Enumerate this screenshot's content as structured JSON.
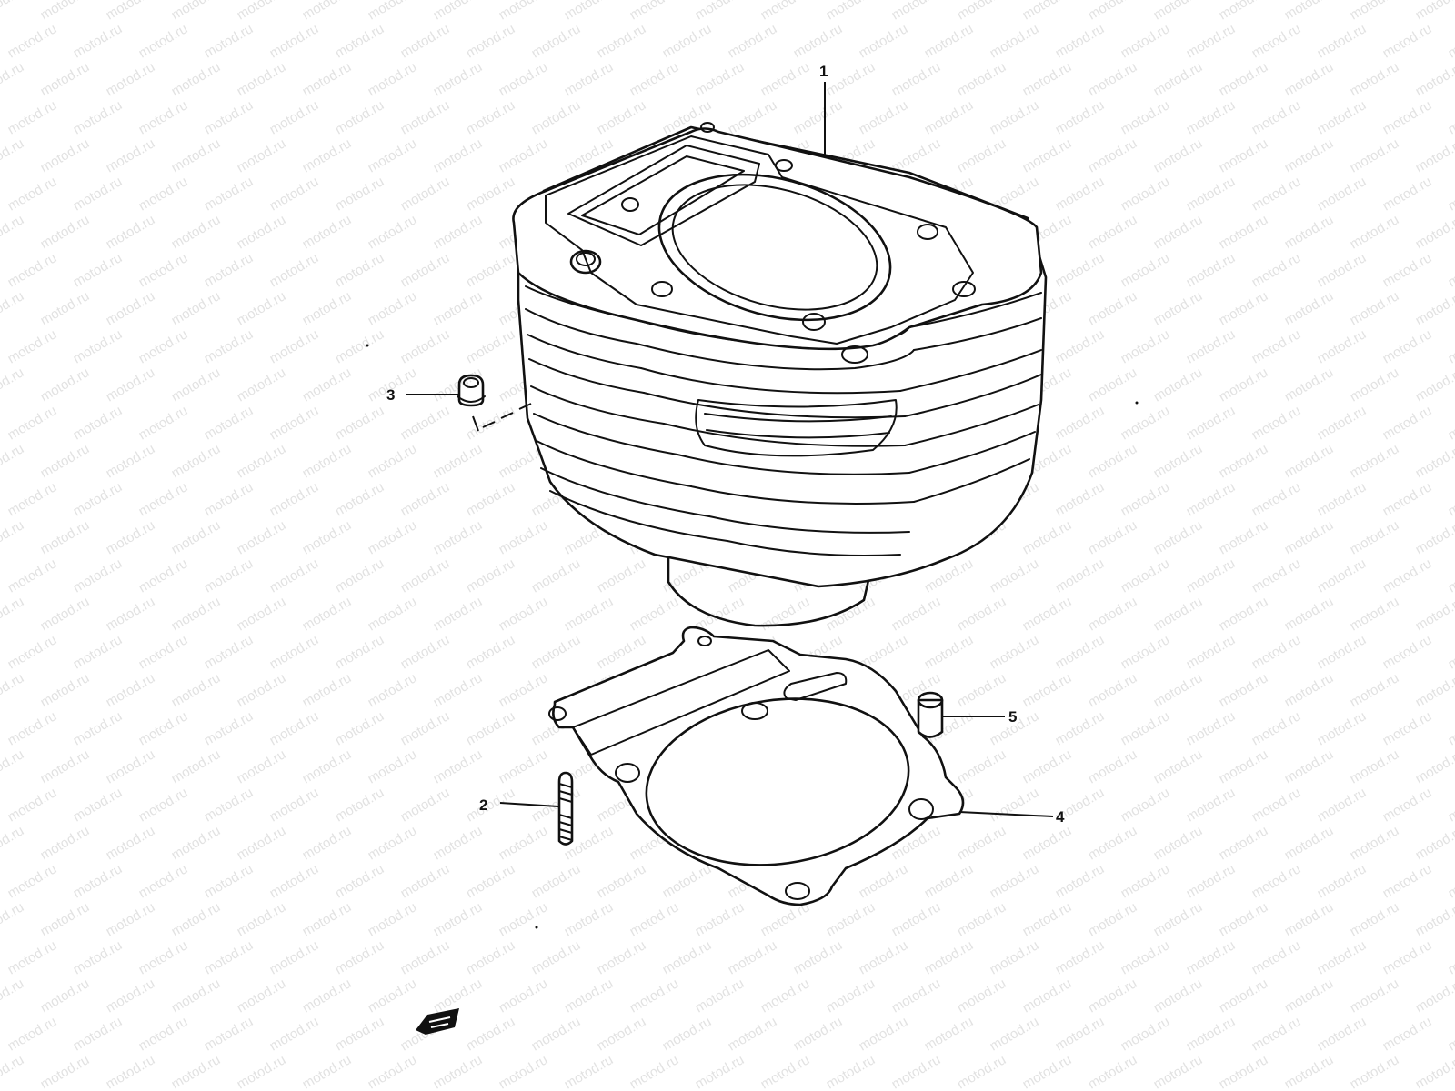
{
  "watermark": {
    "text": "motod.ru",
    "color": "#e2e2e2",
    "angle_deg": -30
  },
  "diagram": {
    "line_color": "#111111",
    "background": "#ffffff",
    "callouts": [
      {
        "id": "1",
        "label": "1",
        "part": "cylinder"
      },
      {
        "id": "2",
        "label": "2",
        "part": "stud"
      },
      {
        "id": "3",
        "label": "3",
        "part": "nut"
      },
      {
        "id": "4",
        "label": "4",
        "part": "cylinder-base-gasket"
      },
      {
        "id": "5",
        "label": "5",
        "part": "dowel-pin"
      }
    ],
    "icons": [
      "front-direction-arrow-icon"
    ]
  }
}
